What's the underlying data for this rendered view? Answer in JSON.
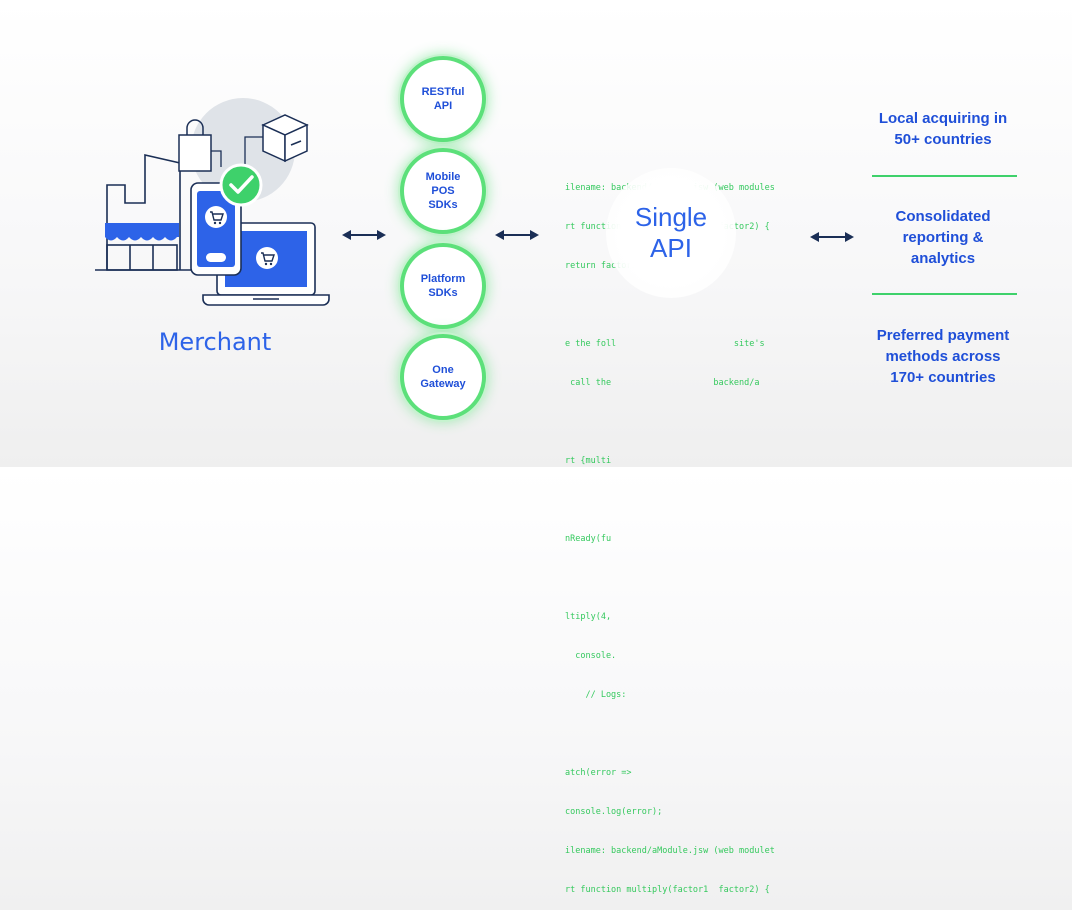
{
  "merchant": {
    "label": "Merchant"
  },
  "integrations": [
    {
      "label": "RESTful\nAPI"
    },
    {
      "label": "Mobile\nPOS\nSDKs"
    },
    {
      "label": "Platform\nSDKs"
    },
    {
      "label": "One\nGateway"
    }
  ],
  "single_api": {
    "label": "Single\nAPI"
  },
  "code_lines": [
    "ilename: backend/aModule.jsw (web modules",
    "rt function multiply(factor1, factor2) {",
    "return factor1",
    "",
    "e the foll                       site's",
    " call the                    backend/a",
    "",
    "rt {multi",
    "",
    "nReady(fu",
    "",
    "ltiply(4,",
    "  console.",
    "    // Logs:",
    "",
    "atch(error =>",
    "console.log(error);",
    "ilename: backend/aModule.jsw (web modulet",
    "rt function multiply(factor1  factor2) {"
  ],
  "features": [
    {
      "label": "Local acquiring in\n50+ countries"
    },
    {
      "label": "Consolidated\nreporting &\nanalytics"
    },
    {
      "label": "Preferred payment\nmethods across\n170+ countries"
    }
  ],
  "colors": {
    "brand_blue": "#2d63e8",
    "navy": "#1b2f56",
    "green": "#5ce07a",
    "code_green": "#35c95e"
  }
}
